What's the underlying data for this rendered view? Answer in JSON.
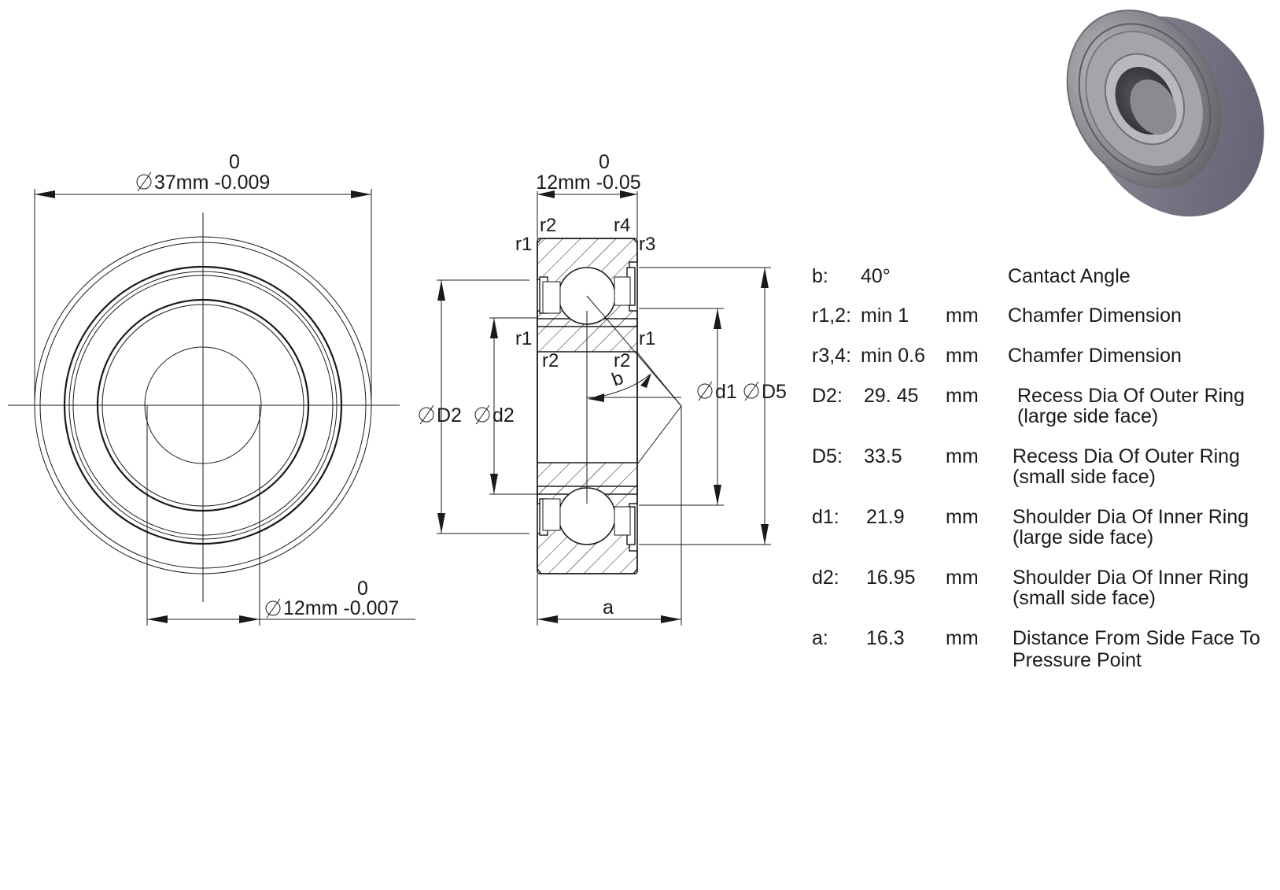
{
  "front_view": {
    "od_tolerance_upper": "0",
    "od_label": "37mm -0.009",
    "bore_tolerance_upper": "0",
    "bore_label": "12mm -0.007"
  },
  "section_view": {
    "width_tolerance_upper": "0",
    "width_label": "12mm -0.05",
    "labels": {
      "r1": "r1",
      "r2": "r2",
      "r3": "r3",
      "r4": "r4",
      "b": "b",
      "a": "a",
      "D2": "D2",
      "d2": "d2",
      "d1": "d1",
      "D5": "D5"
    }
  },
  "specs": [
    {
      "symbol": "b:",
      "value": "40°",
      "unit": "",
      "desc": "Cantact Angle",
      "desc2": ""
    },
    {
      "symbol": "r1,2:",
      "value": "min 1",
      "unit": "mm",
      "desc": "Chamfer Dimension",
      "desc2": ""
    },
    {
      "symbol": "r3,4:",
      "value": "min 0.6",
      "unit": "mm",
      "desc": "Chamfer Dimension",
      "desc2": ""
    },
    {
      "symbol": "D2:",
      "value": "29. 45",
      "unit": "mm",
      "desc": "Recess Dia Of Outer Ring",
      "desc2": "(large side face)"
    },
    {
      "symbol": "D5:",
      "value": "33.5",
      "unit": "mm",
      "desc": "Recess Dia Of Outer Ring",
      "desc2": "(small side face)"
    },
    {
      "symbol": "d1:",
      "value": "21.9",
      "unit": "mm",
      "desc": "Shoulder Dia Of Inner Ring",
      "desc2": "(large side face)"
    },
    {
      "symbol": "d2:",
      "value": "16.95",
      "unit": "mm",
      "desc": "Shoulder Dia Of Inner Ring",
      "desc2": "(small side face)"
    },
    {
      "symbol": "a:",
      "value": "16.3",
      "unit": "mm",
      "desc": "Distance From Side Face To",
      "desc2": "Pressure Point"
    }
  ],
  "icons": {
    "diameter": "diameter-symbol-icon",
    "render": "bearing-3d-render-icon"
  }
}
